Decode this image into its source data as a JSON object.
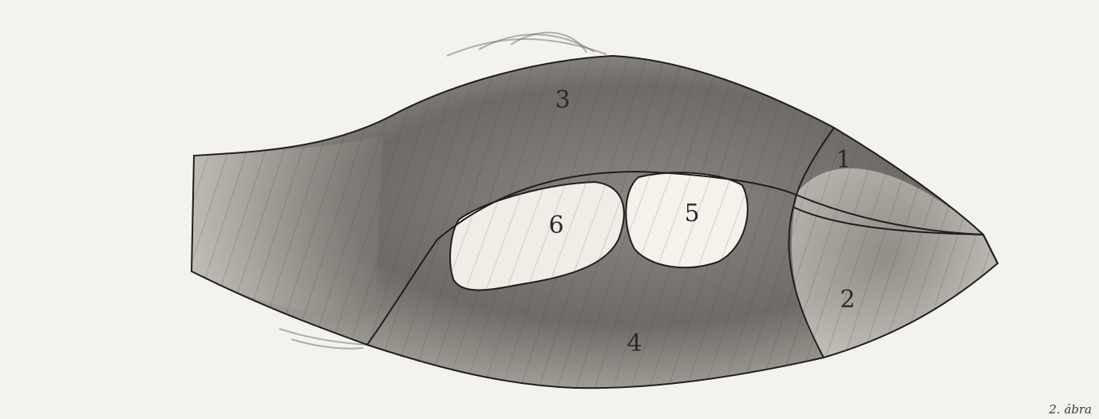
{
  "figure": {
    "caption": "2. ábra",
    "regions": [
      {
        "id": "1",
        "label": "1"
      },
      {
        "id": "2",
        "label": "2"
      },
      {
        "id": "3",
        "label": "3"
      },
      {
        "id": "4",
        "label": "4"
      },
      {
        "id": "5",
        "label": "5"
      },
      {
        "id": "6",
        "label": "6"
      }
    ]
  },
  "colors": {
    "paper": "#f3f2ec",
    "outline": "#1e1e1e",
    "body_shadow": "#55534f",
    "cavity_fill": "#f4f2ea"
  }
}
